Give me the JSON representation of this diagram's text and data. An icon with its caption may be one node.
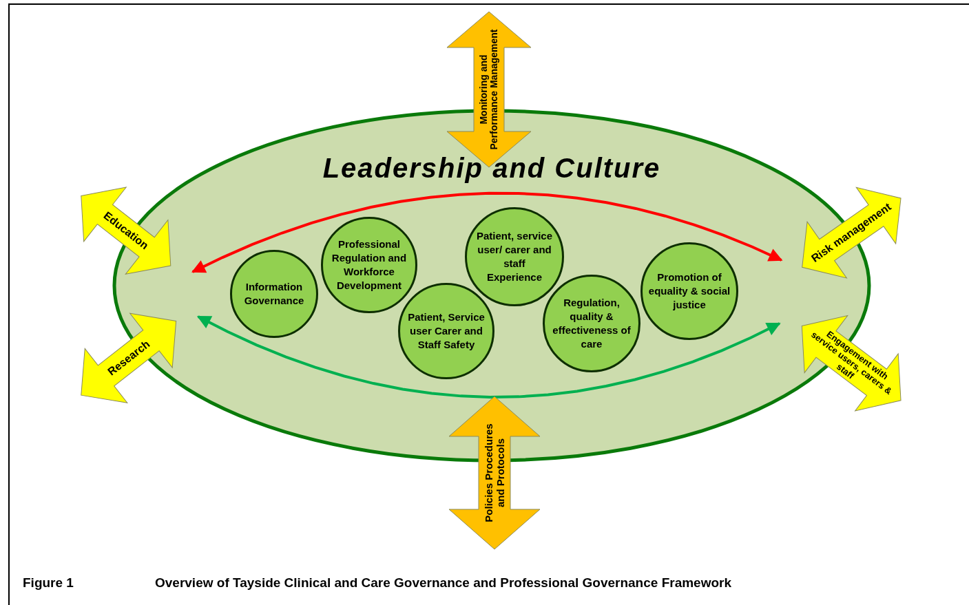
{
  "diagram": {
    "caption": "Overview of Tayside Clinical and Care Governance and Professional Governance Framework",
    "nodes": [
      {
        "text": [
          "Leadership and Culture"
        ]
      },
      {
        "text": [
          "Information Governance"
        ],
        "in": 0
      },
      {
        "text": [
          "Professional Regulation and Workforce Development"
        ],
        "in": 0
      },
      {
        "text": [
          "Patient, service user/ carer and staff Experience"
        ],
        "in": 0
      },
      {
        "text": [
          "Patient, Service user Carer and Staff Safety"
        ],
        "in": 0
      },
      {
        "text": [
          "Regulation, quality & effectiveness of care"
        ],
        "in": 0
      },
      {
        "text": [
          "Promotion of equality & social justice"
        ],
        "in": 0
      },
      {
        "text": [
          "Monitoring and Performance Management"
        ]
      },
      {
        "text": [
          "Education"
        ]
      },
      {
        "text": [
          "Research"
        ]
      },
      {
        "text": [
          "Risk management"
        ]
      },
      {
        "text": [
          "Engagement with service users, carers & staff"
        ]
      },
      {
        "text": [
          "Policies Procedures and Protocols"
        ]
      }
    ],
    "edges": [
      {
        "from": 8,
        "to": 10,
        "arrow": "both",
        "color": "#ff0000"
      },
      {
        "from": 9,
        "to": 11,
        "arrow": "both",
        "color": "#00b050"
      }
    ],
    "labels": [
      "Figure 1"
    ]
  }
}
